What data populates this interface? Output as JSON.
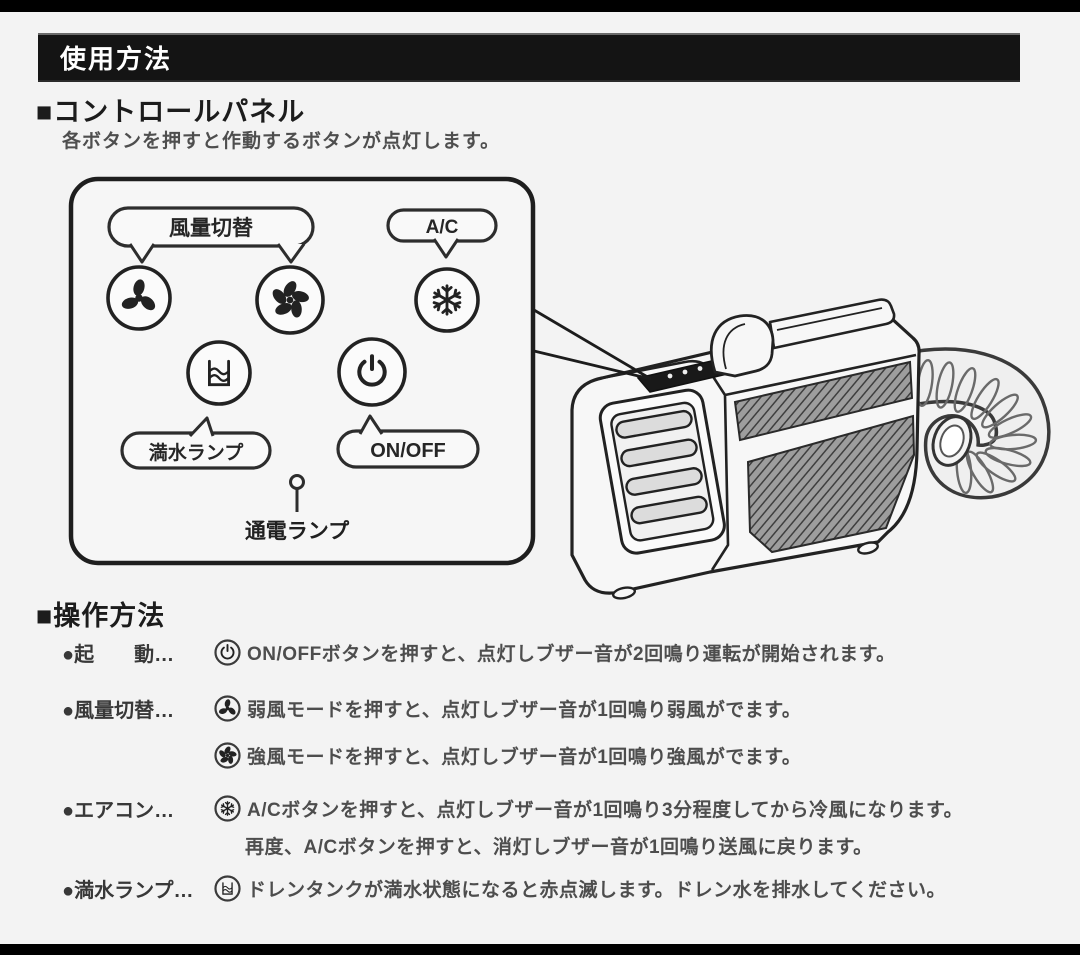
{
  "header": {
    "title": "使用方法"
  },
  "control_panel": {
    "heading": "■コントロールパネル",
    "description": "各ボタンを押すと作動するボタンが点灯します。",
    "labels": {
      "fan_switch": "風量切替",
      "ac": "A/C",
      "full_water": "満水ランプ",
      "on_off": "ON/OFF",
      "power_lamp": "通電ランプ"
    }
  },
  "operation": {
    "heading": "■操作方法",
    "rows": [
      {
        "label": "●起　　動…",
        "icon": "power-icon",
        "text": "ON/OFFボタンを押すと、点灯しブザー音が2回鳴り運転が開始されます。"
      },
      {
        "label": "●風量切替…",
        "icon": "fan-weak-icon",
        "text": "弱風モードを押すと、点灯しブザー音が1回鳴り弱風がでます。"
      },
      {
        "label": "",
        "icon": "fan-strong-icon",
        "text": "強風モードを押すと、点灯しブザー音が1回鳴り強風がでます。"
      },
      {
        "label": "●エアコン…",
        "icon": "snowflake-icon",
        "text": "A/Cボタンを押すと、点灯しブザー音が1回鳴り3分程度してから冷風になります。"
      },
      {
        "label": "",
        "icon": "",
        "text": "再度、A/Cボタンを押すと、消灯しブザー音が1回鳴り送風に戻ります。"
      },
      {
        "label": "●満水ランプ…",
        "icon": "water-tank-icon",
        "text": "ドレンタンクが満水状態になると赤点滅します。ドレン水を排水してください。"
      }
    ]
  },
  "colors": {
    "bar": "#141414",
    "ink": "#222222",
    "page_bg": "#f3f3f3"
  }
}
